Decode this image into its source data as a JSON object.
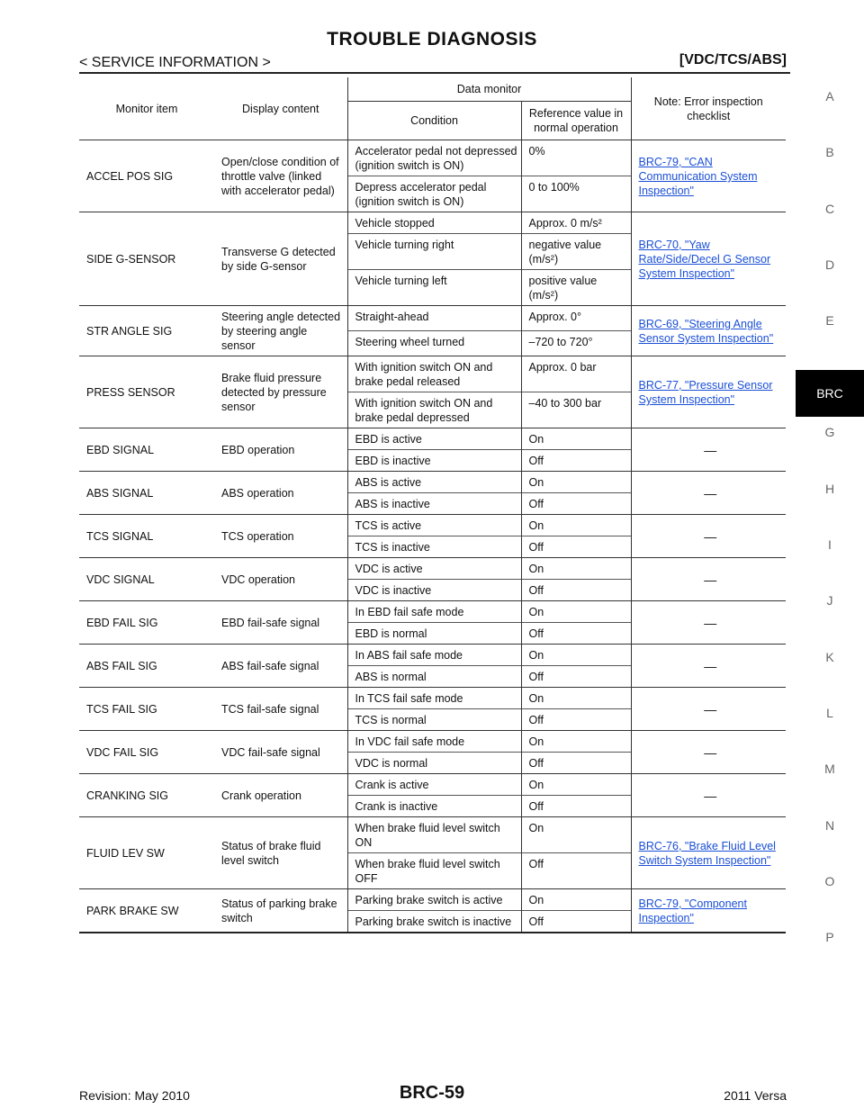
{
  "header": {
    "title": "TROUBLE DIAGNOSIS",
    "section": "< SERVICE INFORMATION >",
    "system": "[VDC/TCS/ABS]"
  },
  "table": {
    "headers": {
      "monitor_item": "Monitor item",
      "display_content": "Display content",
      "data_monitor": "Data monitor",
      "condition": "Condition",
      "reference": "Reference value in normal operation",
      "note": "Note: Error inspection checklist"
    },
    "rows": [
      {
        "item": "ACCEL POS SIG",
        "display": "Open/close condition of throttle valve (linked with accelerator pedal)",
        "note": "BRC-79, \"CAN Communication System Inspection\"",
        "note_link": true,
        "conds": [
          {
            "c": "Accelerator pedal not depressed (ignition switch is ON)",
            "v": "0%"
          },
          {
            "c": "Depress accelerator pedal (ignition switch is ON)",
            "v": "0 to 100%"
          }
        ]
      },
      {
        "item": "SIDE G-SENSOR",
        "display": "Transverse G detected by side G-sensor",
        "note": "BRC-70, \"Yaw Rate/Side/Decel G Sensor System Inspection\"",
        "note_link": true,
        "conds": [
          {
            "c": "Vehicle stopped",
            "v": "Approx. 0 m/s²"
          },
          {
            "c": "Vehicle turning right",
            "v": "negative value (m/s²)"
          },
          {
            "c": "Vehicle turning left",
            "v": "positive value (m/s²)"
          }
        ]
      },
      {
        "item": "STR ANGLE SIG",
        "display": "Steering angle detected by steering angle sensor",
        "note": "BRC-69, \"Steering Angle Sensor System Inspection\"",
        "note_link": true,
        "conds": [
          {
            "c": "Straight-ahead",
            "v": "Approx. 0°"
          },
          {
            "c": "Steering wheel turned",
            "v": "–720 to 720°"
          }
        ]
      },
      {
        "item": "PRESS SENSOR",
        "display": "Brake fluid pressure detected by pressure sensor",
        "note": "BRC-77, \"Pressure Sensor System Inspection\"",
        "note_link": true,
        "conds": [
          {
            "c": "With ignition switch ON and brake pedal released",
            "v": "Approx. 0 bar"
          },
          {
            "c": "With ignition switch ON and brake pedal depressed",
            "v": "–40 to 300 bar"
          }
        ]
      },
      {
        "item": "EBD SIGNAL",
        "display": "EBD operation",
        "note": "—",
        "note_link": false,
        "conds": [
          {
            "c": "EBD is active",
            "v": "On"
          },
          {
            "c": "EBD is inactive",
            "v": "Off"
          }
        ]
      },
      {
        "item": "ABS SIGNAL",
        "display": "ABS operation",
        "note": "—",
        "note_link": false,
        "conds": [
          {
            "c": "ABS is active",
            "v": "On"
          },
          {
            "c": "ABS is inactive",
            "v": "Off"
          }
        ]
      },
      {
        "item": "TCS SIGNAL",
        "display": "TCS operation",
        "note": "—",
        "note_link": false,
        "conds": [
          {
            "c": "TCS is active",
            "v": "On"
          },
          {
            "c": "TCS is inactive",
            "v": "Off"
          }
        ]
      },
      {
        "item": "VDC SIGNAL",
        "display": "VDC operation",
        "note": "—",
        "note_link": false,
        "conds": [
          {
            "c": "VDC is active",
            "v": "On"
          },
          {
            "c": "VDC is inactive",
            "v": "Off"
          }
        ]
      },
      {
        "item": "EBD FAIL SIG",
        "display": "EBD fail-safe signal",
        "note": "—",
        "note_link": false,
        "conds": [
          {
            "c": "In EBD fail safe mode",
            "v": "On"
          },
          {
            "c": "EBD is normal",
            "v": "Off"
          }
        ]
      },
      {
        "item": "ABS FAIL SIG",
        "display": "ABS fail-safe signal",
        "note": "—",
        "note_link": false,
        "conds": [
          {
            "c": "In ABS fail safe mode",
            "v": "On"
          },
          {
            "c": "ABS is normal",
            "v": "Off"
          }
        ]
      },
      {
        "item": "TCS FAIL SIG",
        "display": "TCS fail-safe signal",
        "note": "—",
        "note_link": false,
        "conds": [
          {
            "c": "In TCS fail safe mode",
            "v": "On"
          },
          {
            "c": "TCS is normal",
            "v": "Off"
          }
        ]
      },
      {
        "item": "VDC FAIL SIG",
        "display": "VDC fail-safe signal",
        "note": "—",
        "note_link": false,
        "conds": [
          {
            "c": "In VDC fail safe mode",
            "v": "On"
          },
          {
            "c": "VDC is normal",
            "v": "Off"
          }
        ]
      },
      {
        "item": "CRANKING SIG",
        "display": "Crank operation",
        "note": "—",
        "note_link": false,
        "conds": [
          {
            "c": "Crank is active",
            "v": "On"
          },
          {
            "c": "Crank is inactive",
            "v": "Off"
          }
        ]
      },
      {
        "item": "FLUID LEV SW",
        "display": "Status of brake fluid level switch",
        "note": "BRC-76, \"Brake Fluid Level Switch System Inspection\"",
        "note_link": true,
        "conds": [
          {
            "c": "When brake fluid level switch ON",
            "v": "On"
          },
          {
            "c": "When brake fluid level switch OFF",
            "v": "Off"
          }
        ]
      },
      {
        "item": "PARK BRAKE SW",
        "display": "Status of parking brake switch",
        "note": "BRC-79, \"Component Inspection\"",
        "note_link": true,
        "conds": [
          {
            "c": "Parking brake switch is active",
            "v": "On"
          },
          {
            "c": "Parking brake switch is inactive",
            "v": "Off"
          }
        ]
      }
    ]
  },
  "side_tabs": [
    "A",
    "B",
    "C",
    "D",
    "E",
    "BRC",
    "G",
    "H",
    "I",
    "J",
    "K",
    "L",
    "M",
    "N",
    "O",
    "P"
  ],
  "active_tab": "BRC",
  "footer": {
    "revision": "Revision: May 2010",
    "page": "BRC-59",
    "model": "2011 Versa"
  }
}
